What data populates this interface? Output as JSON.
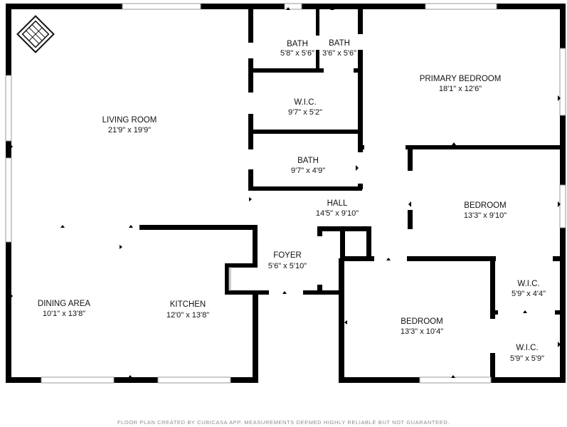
{
  "rooms": {
    "living_room": {
      "name": "LIVING ROOM",
      "dim": "21'9\" x 19'9\""
    },
    "bath1": {
      "name": "BATH",
      "dim": "5'8\" x 5'6\""
    },
    "bath2": {
      "name": "BATH",
      "dim": "3'6\" x 5'6\""
    },
    "primary_bedroom": {
      "name": "PRIMARY BEDROOM",
      "dim": "18'1\" x 12'6\""
    },
    "wic1": {
      "name": "W.I.C.",
      "dim": "9'7\" x 5'2\""
    },
    "bath3": {
      "name": "BATH",
      "dim": "9'7\" x 4'9\""
    },
    "hall": {
      "name": "HALL",
      "dim": "14'5\" x 9'10\""
    },
    "bedroom1": {
      "name": "BEDROOM",
      "dim": "13'3\" x 9'10\""
    },
    "foyer": {
      "name": "FOYER",
      "dim": "5'6\" x 5'10\""
    },
    "dining_area": {
      "name": "DINING AREA",
      "dim": "10'1\" x 13'8\""
    },
    "kitchen": {
      "name": "KITCHEN",
      "dim": "12'0\" x 13'8\""
    },
    "bedroom2": {
      "name": "BEDROOM",
      "dim": "13'3\" x 10'4\""
    },
    "wic2": {
      "name": "W.I.C.",
      "dim": "5'9\" x 4'4\""
    },
    "wic3": {
      "name": "W.I.C.",
      "dim": "5'9\" x 5'9\""
    }
  },
  "footer": {
    "disclaimer": "FLOOR PLAN CREATED BY CUBICASA APP. MEASUREMENTS DEEMED HIGHLY RELIABLE BUT NOT GUARANTEED."
  },
  "colors": {
    "wall": "#000000",
    "window": "#9a9a9a",
    "footer_text": "#8c8c8c"
  },
  "icons": {
    "compass": "compass-icon"
  }
}
